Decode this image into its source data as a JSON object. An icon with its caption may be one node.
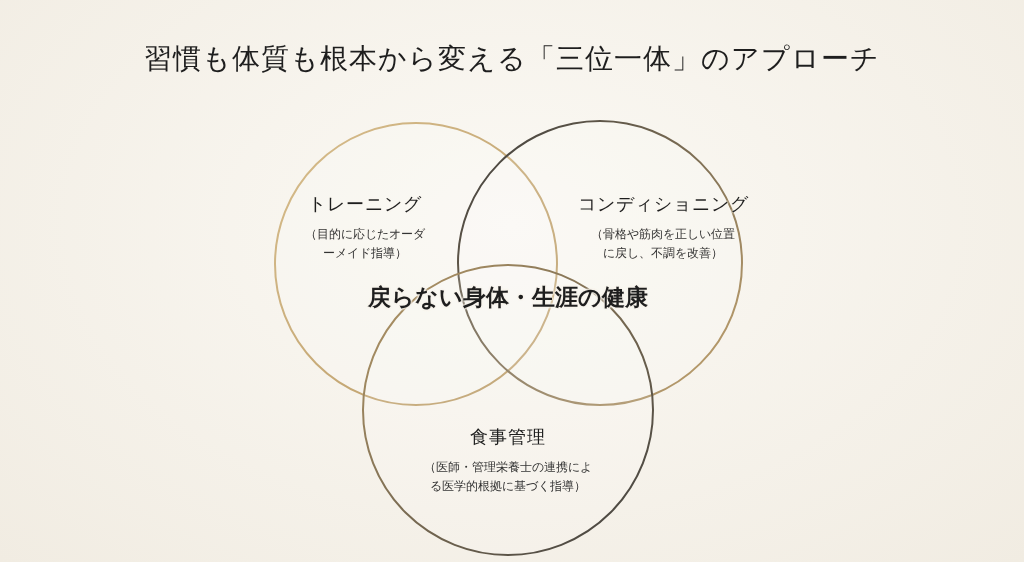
{
  "diagram": {
    "title": "習慣も体質も根本から変える「三位一体」のアプローチ",
    "nodes": [
      {
        "text": [
          "トレーニング",
          "（目的に応じたオーダーメイド指導）"
        ]
      },
      {
        "text": [
          "コンディショニング",
          "（骨格や筋肉を正しい位置に戻し、不調を改善）"
        ]
      },
      {
        "text": [
          "食事管理",
          "（医師・管理栄養士の連携による医学的根拠に基づく指導）"
        ]
      }
    ],
    "labels": [
      "戻らない身体・生涯の健康"
    ]
  }
}
